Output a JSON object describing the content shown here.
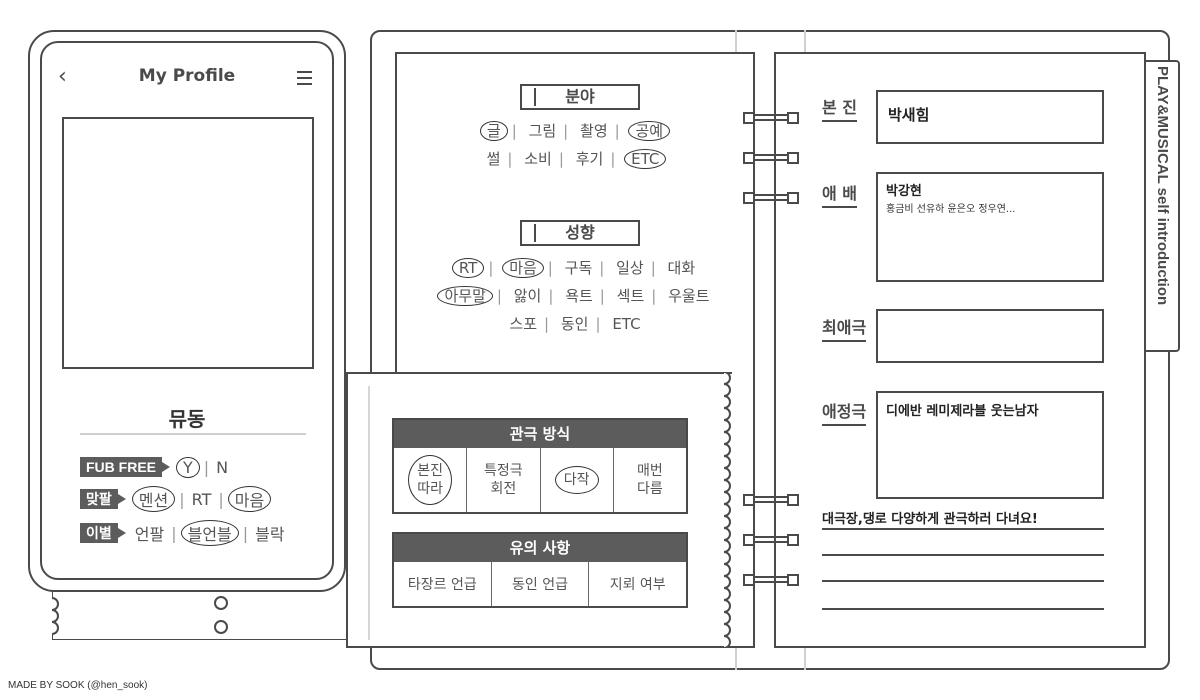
{
  "phone": {
    "title": "My Profile",
    "name": "뮤동",
    "tags": [
      {
        "label": "FUB FREE",
        "options": [
          {
            "text": "Y",
            "circled": true
          },
          {
            "text": "N",
            "circled": false
          }
        ]
      },
      {
        "label": "맞팔",
        "options": [
          {
            "text": "멘션",
            "circled": true
          },
          {
            "text": "RT",
            "circled": false
          },
          {
            "text": "마음",
            "circled": true
          }
        ]
      },
      {
        "label": "이별",
        "options": [
          {
            "text": "언팔",
            "circled": false
          },
          {
            "text": "블언블",
            "circled": true
          },
          {
            "text": "블락",
            "circled": false
          }
        ]
      }
    ]
  },
  "notebook": {
    "side_tab": "PLAY&MUSICAL self introduction",
    "field": {
      "label": "분야",
      "rows": [
        [
          {
            "text": "글",
            "circled": true
          },
          {
            "text": "그림",
            "circled": false
          },
          {
            "text": "촬영",
            "circled": false
          },
          {
            "text": "공예",
            "circled": true
          }
        ],
        [
          {
            "text": "썰",
            "circled": false
          },
          {
            "text": "소비",
            "circled": false
          },
          {
            "text": "후기",
            "circled": false
          },
          {
            "text": "ETC",
            "circled": true
          }
        ]
      ]
    },
    "tendency": {
      "label": "성향",
      "rows": [
        [
          {
            "text": "RT",
            "circled": true
          },
          {
            "text": "마음",
            "circled": true
          },
          {
            "text": "구독",
            "circled": false
          },
          {
            "text": "일상",
            "circled": false
          },
          {
            "text": "대화",
            "circled": false
          }
        ],
        [
          {
            "text": "아무말",
            "circled": true
          },
          {
            "text": "앓이",
            "circled": false
          },
          {
            "text": "욕트",
            "circled": false
          },
          {
            "text": "섹트",
            "circled": false
          },
          {
            "text": "우울트",
            "circled": false
          }
        ],
        [
          {
            "text": "스포",
            "circled": false
          },
          {
            "text": "동인",
            "circled": false
          },
          {
            "text": "ETC",
            "circled": false
          }
        ]
      ]
    },
    "viewing": {
      "header": "관극 방식",
      "cells": [
        {
          "line1": "본진",
          "line2": "따라",
          "circled": true
        },
        {
          "line1": "특정극",
          "line2": "회전",
          "circled": false
        },
        {
          "line1": "다작",
          "line2": "",
          "circled": true
        },
        {
          "line1": "매번",
          "line2": "다름",
          "circled": false
        }
      ]
    },
    "caution": {
      "header": "유의 사항",
      "cells": [
        "타장르 언급",
        "동인 언급",
        "지뢰 여부"
      ]
    },
    "right": {
      "main_label": "본 진",
      "main_value": "박새힘",
      "fav_actor_label": "애 배",
      "fav_actor_value": "박강현",
      "fav_actor_sub": "홍금비 선유하 윤은오 정우연...",
      "most_fav_label": "최애극",
      "most_fav_value": "",
      "beloved_label": "애정극",
      "beloved_value": "디에반 레미제라블 웃는남자",
      "note": "대극장,댕로 다양하게 관극하러 다녀요!"
    }
  },
  "credit": "MADE BY SOOK (@hen_sook)"
}
